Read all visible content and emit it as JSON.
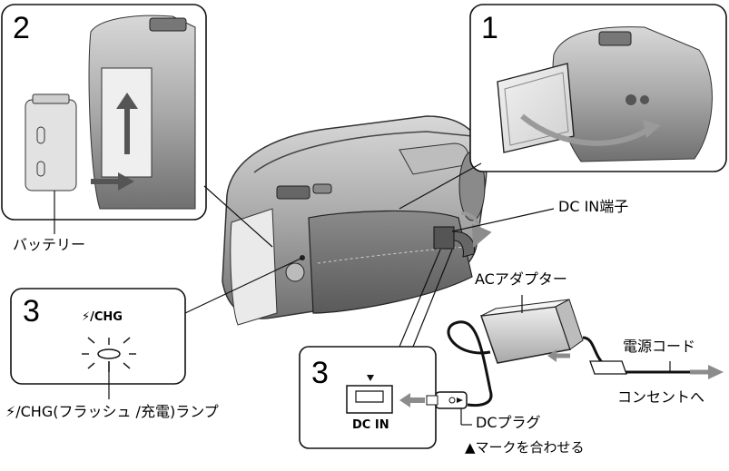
{
  "steps": {
    "step1_number": "1",
    "step2_number": "2",
    "step3_lamp_number": "3",
    "step3_dcin_number": "3"
  },
  "labels": {
    "battery": "バッテリー",
    "dc_in_terminal": "DC IN端子",
    "ac_adapter": "ACアダプター",
    "power_cord": "電源コード",
    "to_outlet": "コンセントへ",
    "dc_plug": "DCプラグ",
    "align_mark": "▲マークを合わせる",
    "chg_lamp": "/CHG(フラッシュ /充電)ランプ",
    "chg_indicator": "/CHG",
    "dc_in_port": "DC IN"
  }
}
